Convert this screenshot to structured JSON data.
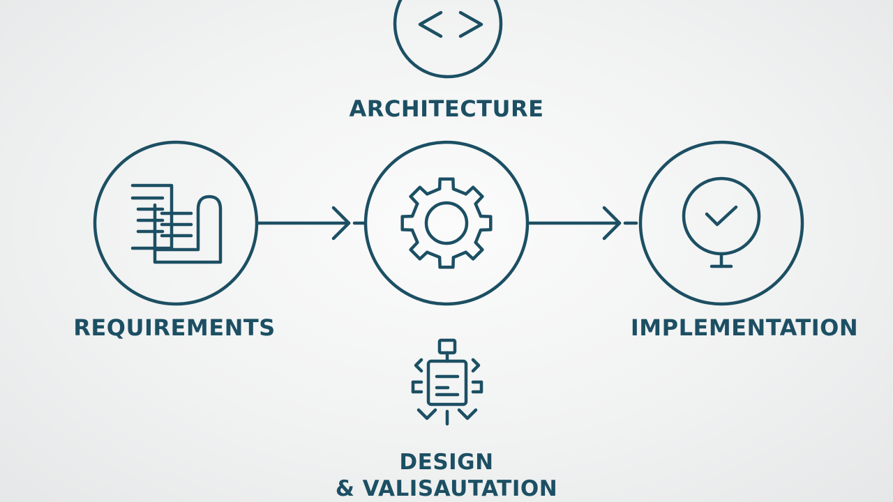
{
  "diagram": {
    "colors": {
      "stroke": "#1c4f63",
      "background": "#f2f3f3"
    },
    "nodes": {
      "architecture": {
        "label": "ARCHITECTURE",
        "icon": "code-brackets-icon"
      },
      "requirements": {
        "label": "REQUIREMENTS",
        "icon": "documents-icon"
      },
      "design": {
        "icon": "gear-icon"
      },
      "implementation": {
        "label": "IMPLEMENTATION",
        "icon": "monitor-check-icon"
      },
      "validation": {
        "label_line1": "DESIGN",
        "label_line2": "& VALISAUTATION",
        "icon": "circuit-chip-icon"
      }
    },
    "connectors": [
      {
        "from": "requirements",
        "to": "design",
        "style": "arrow"
      },
      {
        "from": "design",
        "to": "implementation",
        "style": "arrow"
      }
    ]
  }
}
